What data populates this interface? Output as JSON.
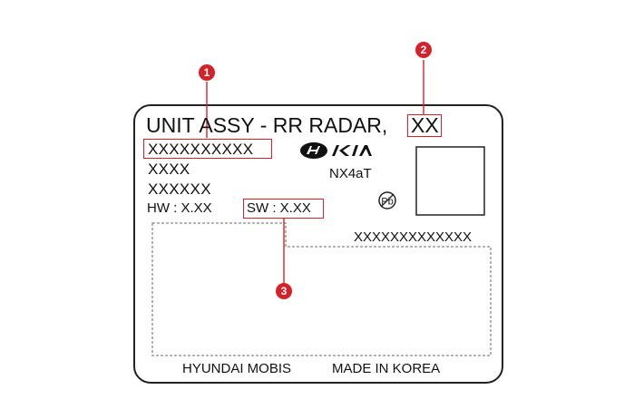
{
  "label": {
    "title": "UNIT ASSY - RR RADAR,",
    "version_code": "XX",
    "part_number": "XXXXXXXXXX",
    "line_1": "XXXX",
    "line_2": "XXXXXX",
    "hw_version": "HW : X.XX",
    "sw_version": "SW : X.XX",
    "model": "NX4aT",
    "serial": "XXXXXXXXXXXXX",
    "manufacturer": "HYUNDAI MOBIS",
    "origin": "MADE IN KOREA",
    "logo_brands": "Hyundai Kia"
  },
  "callouts": [
    "1",
    "2",
    "3"
  ],
  "colors": {
    "callout": "#d2232a",
    "outline": "#222222",
    "dashed": "#888888"
  },
  "icons": [
    "hyundai-kia-logo-icon",
    "pb-free-icon",
    "qr-code-placeholder"
  ]
}
